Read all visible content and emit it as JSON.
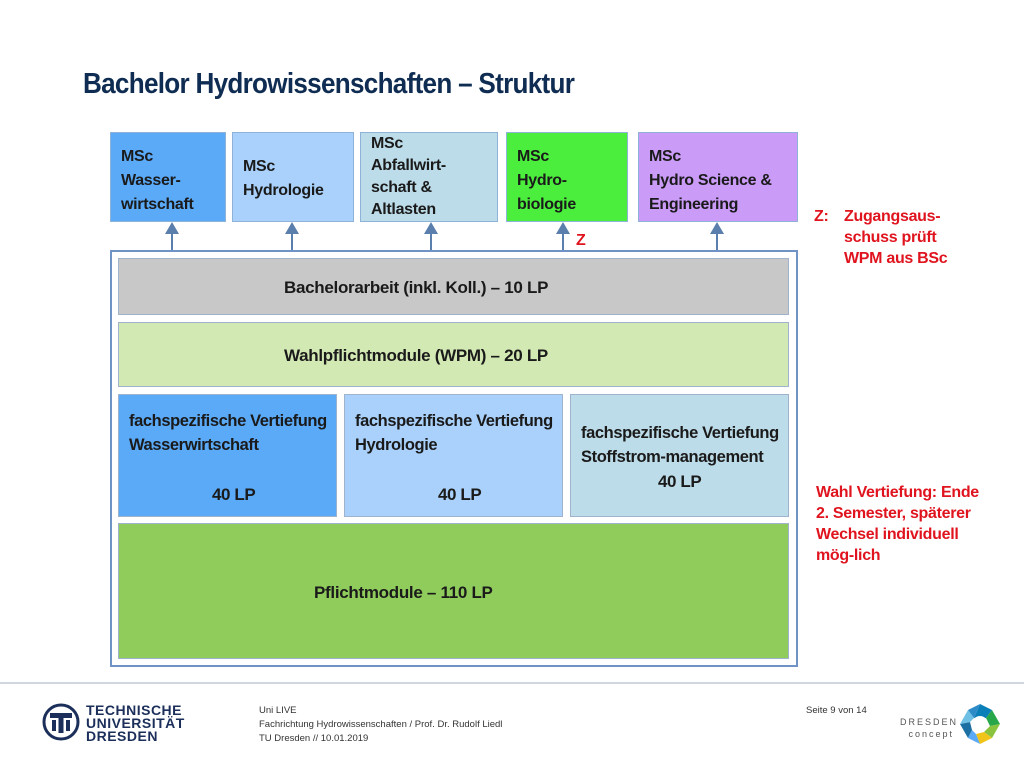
{
  "title": "Bachelor Hydrowissenschaften – Struktur",
  "msc": [
    {
      "lines": [
        "MSc",
        "Wasser-",
        "wirtschaft"
      ],
      "color": "#5aaaf8"
    },
    {
      "lines": [
        "MSc",
        "Hydrologie"
      ],
      "color": "#a9d1fb"
    },
    {
      "lines": [
        "MSc",
        "Abfallwirt-",
        "schaft &",
        "Altlasten"
      ],
      "color": "#bddce9"
    },
    {
      "lines": [
        "MSc",
        "Hydro-",
        "biologie"
      ],
      "color": "#4cee3d"
    },
    {
      "lines": [
        "MSc",
        "Hydro Science &",
        "Engineering"
      ],
      "color": "#cb9bf8"
    }
  ],
  "z_marker": "Z",
  "z_note": [
    "Z:",
    "Zugangsaus-",
    "schuss prüft",
    "WPM aus BSc"
  ],
  "bachelorarbeit": "Bachelorarbeit (inkl. Koll.) – 10 LP",
  "wpm": "Wahlpflichtmodule (WPM) – 20 LP",
  "vertiefungen": [
    {
      "lines": [
        "fachspezifische Vertiefung",
        "Wasserwirtschaft"
      ],
      "lp": "40 LP",
      "color": "#5aaaf8"
    },
    {
      "lines": [
        "fachspezifische Vertiefung",
        "Hydrologie"
      ],
      "lp": "40 LP",
      "color": "#a9d1fb"
    },
    {
      "lines": [
        "fachspezifische Vertiefung",
        "Stoffstrom-management"
      ],
      "lp": "40 LP",
      "color": "#bddce9"
    }
  ],
  "wahl_note": [
    "Wahl Vertiefung: Ende",
    "2. Semester, späterer",
    "Wechsel individuell",
    "mög-lich"
  ],
  "pflicht": "Pflichtmodule – 110 LP",
  "footer": {
    "event": "Uni LIVE",
    "subject": "Fachrichtung Hydrowissenschaften / Prof. Dr. Rudolf Liedl",
    "date": "TU Dresden // 10.01.2019",
    "page": "Seite 9 von 14",
    "tud_lines": [
      "TECHNISCHE",
      "UNIVERSITÄT",
      "DRESDEN"
    ],
    "dresden_concept": [
      "DRESDEN",
      "concept"
    ]
  },
  "colors": {
    "title": "#0f2c52",
    "frame": "#6e93c4",
    "bachelorarbeit": "#c8c8c8",
    "wpm": "#d3e9b4",
    "pflicht": "#8fcc5c",
    "red": "#e0141e"
  }
}
